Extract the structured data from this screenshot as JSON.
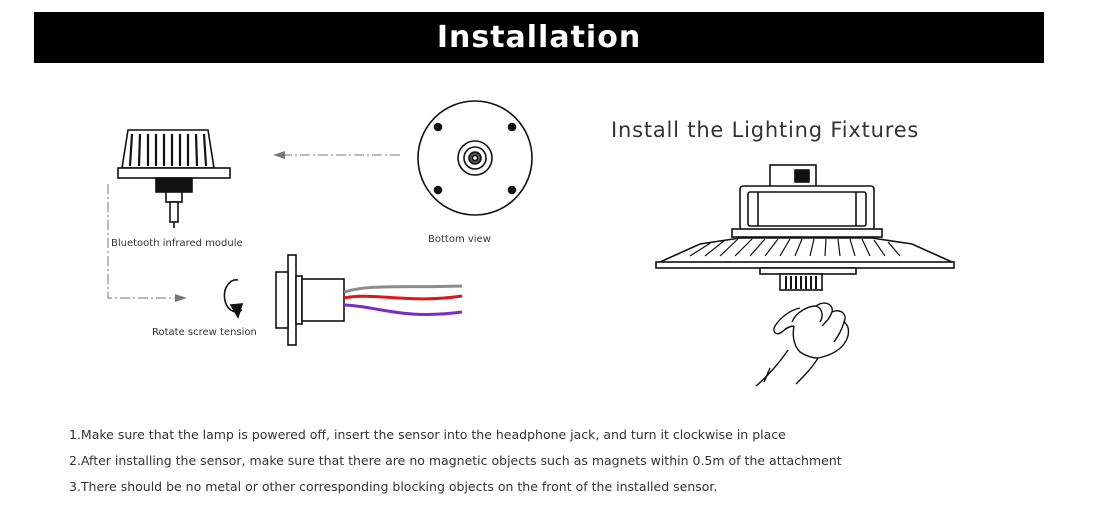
{
  "header": {
    "title": "Installation"
  },
  "left_diagram": {
    "module_label": "Bluetooth infrared module",
    "bottom_view_label": "Bottom view",
    "rotate_label": "Rotate screw tension",
    "wire_colors": [
      "#8c8c8c",
      "#e01616",
      "#7a2bc7"
    ]
  },
  "right_diagram": {
    "title": "Install the Lighting Fixtures"
  },
  "notes": [
    "1.Make sure that the lamp is powered off, insert the sensor into the headphone jack, and turn it clockwise in place",
    "2.After installing the sensor, make sure that there are no magnetic objects such as magnets within 0.5m of the attachment",
    "3.There should be no metal or other corresponding blocking objects on the front of the installed sensor."
  ]
}
